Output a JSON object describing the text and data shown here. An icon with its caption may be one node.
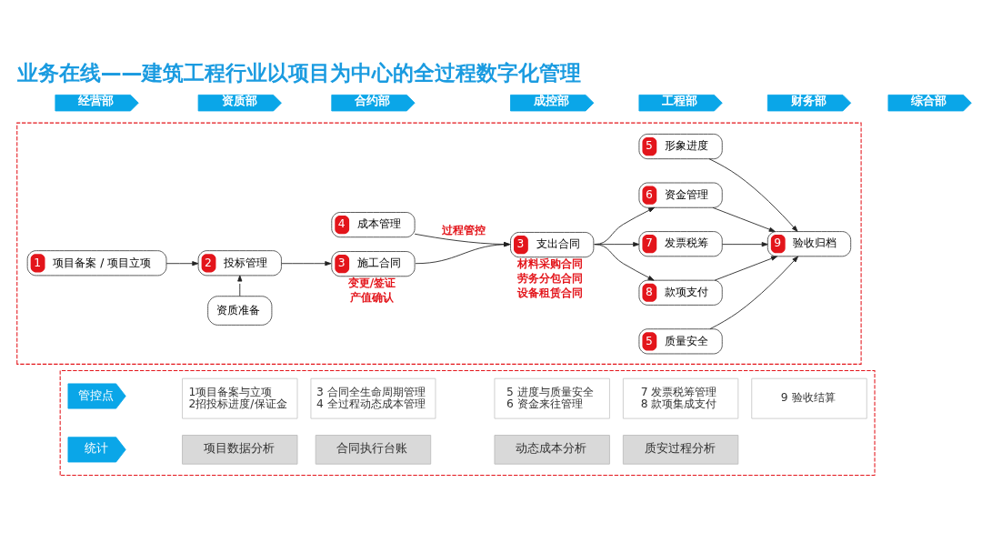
{
  "diagram": {
    "title": "业务在线——建筑工程行业以项目为中心的全过程数字化管理",
    "nodes": [
      {
        "text": [
          "经营部"
        ]
      },
      {
        "text": [
          "资质部"
        ]
      },
      {
        "text": [
          "合约部"
        ]
      },
      {
        "text": [
          "成控部"
        ]
      },
      {
        "text": [
          "工程部"
        ]
      },
      {
        "text": [
          "财务部"
        ]
      },
      {
        "text": [
          "综合部"
        ]
      },
      {
        "text": [],
        "shape": "box"
      },
      {
        "text": [
          "1",
          "项目备案 / 项目立项"
        ],
        "in": 7
      },
      {
        "text": [
          "2",
          "投标管理"
        ],
        "in": 7
      },
      {
        "text": [
          "资质准备"
        ],
        "in": 7
      },
      {
        "text": [
          "3",
          "施工合同"
        ],
        "in": 7,
        "beside": [
          "变更/签证",
          "产值确认"
        ]
      },
      {
        "text": [
          "4",
          "成本管理"
        ],
        "in": 7
      },
      {
        "text": [
          "3",
          "支出合同"
        ],
        "in": 7,
        "beside": [
          "材料采购合同",
          "劳务分包合同",
          "设备租赁合同"
        ]
      },
      {
        "text": [
          "5",
          "形象进度"
        ],
        "in": 7
      },
      {
        "text": [
          "6",
          "资金管理"
        ],
        "in": 7
      },
      {
        "text": [
          "7",
          "发票税筹"
        ],
        "in": 7
      },
      {
        "text": [
          "8",
          "款项支付"
        ],
        "in": 7
      },
      {
        "text": [
          "5",
          "质量安全"
        ],
        "in": 7
      },
      {
        "text": [
          "9",
          "验收归档"
        ],
        "in": 7
      },
      {
        "text": [],
        "shape": "box"
      },
      {
        "text": [
          "管控点"
        ],
        "in": 20
      },
      {
        "text": [
          "1项目备案与立项",
          "2招投标进度/保证金"
        ],
        "in": 20
      },
      {
        "text": [
          "3 合同全生命周期管理",
          "4 全过程动态成本管理"
        ],
        "in": 20
      },
      {
        "text": [
          "5 进度与质量安全",
          "6 资金来往管理"
        ],
        "in": 20
      },
      {
        "text": [
          "7 发票税筹管理",
          "8 款项集成支付"
        ],
        "in": 20
      },
      {
        "text": [
          "9 验收结算"
        ],
        "in": 20
      },
      {
        "text": [
          "统计"
        ],
        "in": 20
      },
      {
        "text": [
          "项目数据分析"
        ],
        "in": 20
      },
      {
        "text": [
          "合同执行台账"
        ],
        "in": 20
      },
      {
        "text": [
          "动态成本分析"
        ],
        "in": 20
      },
      {
        "text": [
          "质安过程分析"
        ],
        "in": 20
      }
    ],
    "edges": [
      {
        "from": 8,
        "to": 9,
        "arrow": "to"
      },
      {
        "from": 10,
        "to": 9,
        "arrow": "to"
      },
      {
        "from": 9,
        "to": 11,
        "arrow": "to"
      },
      {
        "from": 11,
        "to": 13,
        "arrow": "to"
      },
      {
        "from": 12,
        "to": 13,
        "arrow": "to",
        "label": "过程管控"
      },
      {
        "from": 13,
        "to": 15,
        "arrow": "to"
      },
      {
        "from": 13,
        "to": 16,
        "arrow": "to"
      },
      {
        "from": 13,
        "to": 17,
        "arrow": "to"
      },
      {
        "from": 14,
        "to": 19,
        "arrow": "to"
      },
      {
        "from": 15,
        "to": 19,
        "arrow": "to"
      },
      {
        "from": 16,
        "to": 19,
        "arrow": "to"
      },
      {
        "from": 17,
        "to": 19,
        "arrow": "to"
      },
      {
        "from": 18,
        "to": 19,
        "arrow": "to"
      }
    ]
  }
}
